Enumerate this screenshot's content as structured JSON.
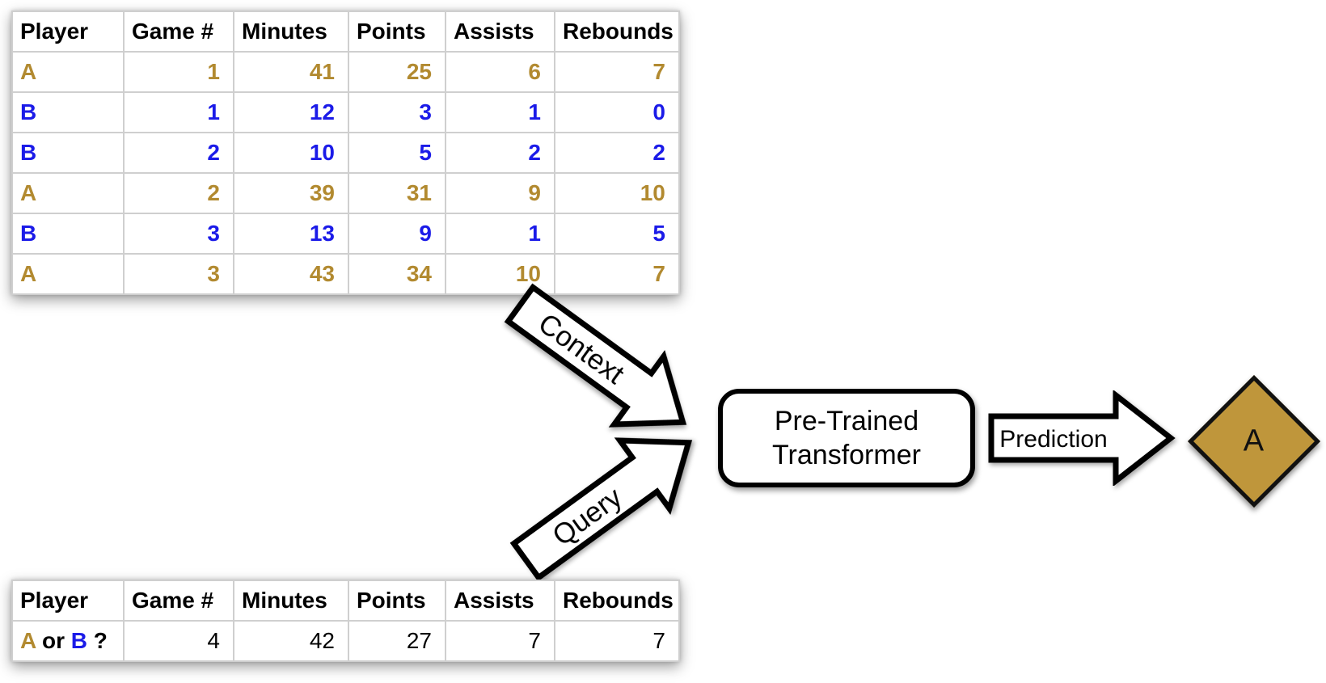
{
  "colors": {
    "gold": "#B28A30",
    "blue": "#1B1BE8",
    "diamond_fill": "#BF963B"
  },
  "context_table": {
    "headers": [
      "Player",
      "Game #",
      "Minutes",
      "Points",
      "Assists",
      "Rebounds"
    ],
    "rows": [
      {
        "player": "A",
        "game": "1",
        "minutes": "41",
        "points": "25",
        "assists": "6",
        "rebounds": "7"
      },
      {
        "player": "B",
        "game": "1",
        "minutes": "12",
        "points": "3",
        "assists": "1",
        "rebounds": "0"
      },
      {
        "player": "B",
        "game": "2",
        "minutes": "10",
        "points": "5",
        "assists": "2",
        "rebounds": "2"
      },
      {
        "player": "A",
        "game": "2",
        "minutes": "39",
        "points": "31",
        "assists": "9",
        "rebounds": "10"
      },
      {
        "player": "B",
        "game": "3",
        "minutes": "13",
        "points": "9",
        "assists": "1",
        "rebounds": "5"
      },
      {
        "player": "A",
        "game": "3",
        "minutes": "43",
        "points": "34",
        "assists": "10",
        "rebounds": "7"
      }
    ]
  },
  "query_table": {
    "headers": [
      "Player",
      "Game #",
      "Minutes",
      "Points",
      "Assists",
      "Rebounds"
    ],
    "row": {
      "player_a": "A",
      "or_text": "or",
      "player_b": "B",
      "question_mark": "?",
      "game": "4",
      "minutes": "42",
      "points": "27",
      "assists": "7",
      "rebounds": "7"
    }
  },
  "arrows": {
    "context_label": "Context",
    "query_label": "Query",
    "prediction_label": "Prediction"
  },
  "transformer": {
    "line1": "Pre-Trained",
    "line2": "Transformer"
  },
  "prediction_output": {
    "label": "A"
  }
}
